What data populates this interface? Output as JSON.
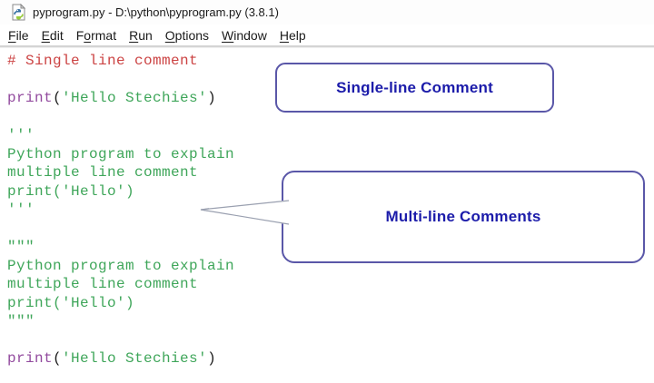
{
  "window": {
    "title": "pyprogram.py - D:\\python\\pyprogram.py (3.8.1)"
  },
  "menu": {
    "items": [
      {
        "label": "File",
        "mnemonic_index": 0
      },
      {
        "label": "Edit",
        "mnemonic_index": 0
      },
      {
        "label": "Format",
        "mnemonic_index": 1
      },
      {
        "label": "Run",
        "mnemonic_index": 0
      },
      {
        "label": "Options",
        "mnemonic_index": 0
      },
      {
        "label": "Window",
        "mnemonic_index": 0
      },
      {
        "label": "Help",
        "mnemonic_index": 0
      }
    ]
  },
  "colors": {
    "comment": "#cc4444",
    "string": "#3fa65a",
    "builtin": "#924a9e",
    "plain": "#1c1c1c",
    "callout_border": "#5a57a8",
    "callout_text": "#1c1caa"
  },
  "editor": {
    "lines": [
      [
        {
          "c": "comment",
          "t": "# Single line comment"
        }
      ],
      [],
      [
        {
          "c": "builtin",
          "t": "print"
        },
        {
          "c": "plain",
          "t": "("
        },
        {
          "c": "string",
          "t": "'Hello Stechies'"
        },
        {
          "c": "plain",
          "t": ")"
        }
      ],
      [],
      [
        {
          "c": "string",
          "t": "'''"
        }
      ],
      [
        {
          "c": "string",
          "t": "Python program to explain"
        }
      ],
      [
        {
          "c": "string",
          "t": "multiple line comment"
        }
      ],
      [
        {
          "c": "string",
          "t": "print('Hello')"
        }
      ],
      [
        {
          "c": "string",
          "t": "'''"
        }
      ],
      [],
      [
        {
          "c": "string",
          "t": "\"\"\""
        }
      ],
      [
        {
          "c": "string",
          "t": "Python program to explain"
        }
      ],
      [
        {
          "c": "string",
          "t": "multiple line comment"
        }
      ],
      [
        {
          "c": "string",
          "t": "print('Hello')"
        }
      ],
      [
        {
          "c": "string",
          "t": "\"\"\""
        }
      ],
      [],
      [
        {
          "c": "builtin",
          "t": "print"
        },
        {
          "c": "plain",
          "t": "("
        },
        {
          "c": "string",
          "t": "'Hello Stechies'"
        },
        {
          "c": "plain",
          "t": ")"
        }
      ]
    ]
  },
  "callouts": {
    "single": {
      "label": "Single-line Comment"
    },
    "multi": {
      "label": "Multi-line Comments"
    }
  }
}
